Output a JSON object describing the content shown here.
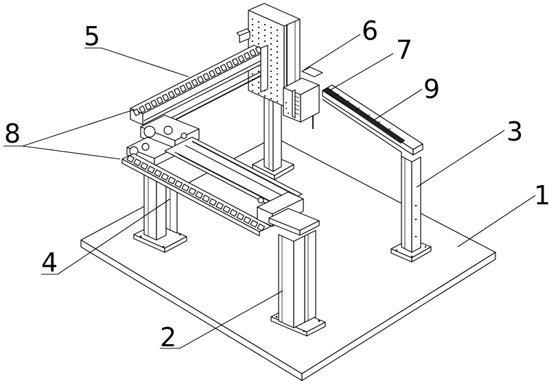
{
  "figure": {
    "title": "Gantry mechanism isometric drawing",
    "background": "#ffffff",
    "line_color": "#000000",
    "callouts": [
      {
        "id": "1",
        "label": "1",
        "part": "base plate"
      },
      {
        "id": "2",
        "label": "2",
        "part": "front support column"
      },
      {
        "id": "3",
        "label": "3",
        "part": "rear support column"
      },
      {
        "id": "4",
        "label": "4",
        "part": "X-axis linear module"
      },
      {
        "id": "5",
        "label": "5",
        "part": "drag chain (upper arm)"
      },
      {
        "id": "6",
        "label": "6",
        "part": "Z-axis column"
      },
      {
        "id": "7",
        "label": "7",
        "part": "control box"
      },
      {
        "id": "8",
        "label": "8",
        "part": "slide carriages"
      },
      {
        "id": "9",
        "label": "9",
        "part": "drag chain (rear beam)"
      }
    ]
  }
}
